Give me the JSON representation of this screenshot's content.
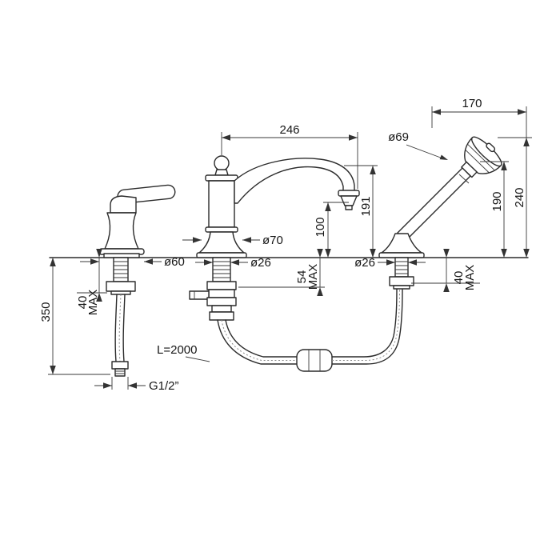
{
  "dims": {
    "d246": "246",
    "d69": "ø69",
    "d170": "170",
    "d240": "240",
    "d190": "190",
    "d191": "191",
    "d100": "100",
    "d70": "ø70",
    "d60": "ø60",
    "d26_spout": "ø26",
    "d26_shower": "ø26",
    "d54": "54",
    "d54_max": "MAX",
    "d40_shower": "40",
    "d40_shower_max": "MAX",
    "d40_handle": "40",
    "d40_handle_max": "MAX",
    "d350": "350",
    "hose_length": "L=2000",
    "thread": "G1/2”"
  }
}
